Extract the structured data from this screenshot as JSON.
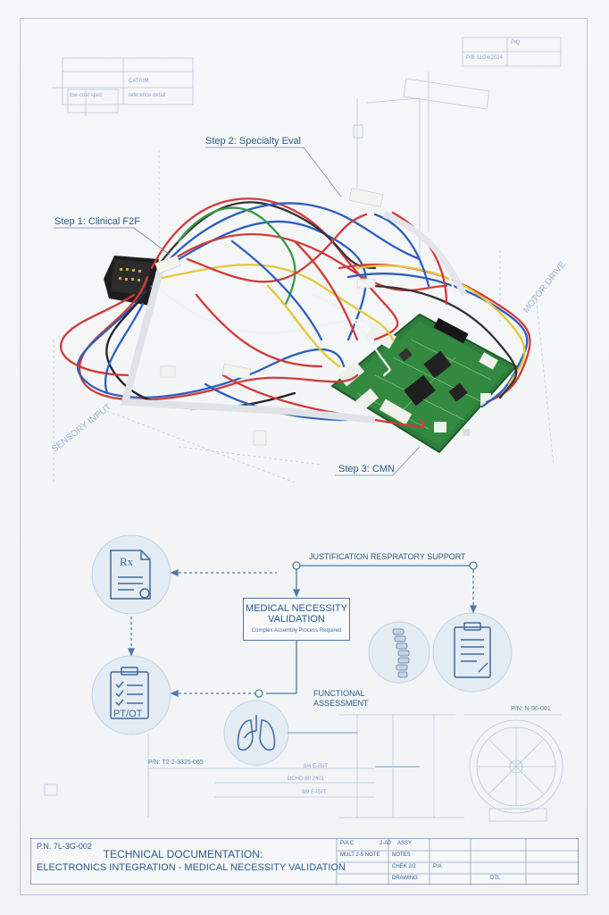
{
  "steps": {
    "step1": "Step 1: Clinical F2F",
    "step2": "Step 2: Specialty Eval",
    "step3": "Step 3: CMN"
  },
  "side_labels": {
    "sensory": "SENSORY INPUT",
    "motor": "MOTOR DRIVE"
  },
  "flow": {
    "justification": "JUSTIFICATION RESPRATORY SUPPORT",
    "validation_title_1": "MEDICAL NECESSITY",
    "validation_title_2": "VALIDATION",
    "validation_sub": "Complex Assembly Process Required",
    "functional_1": "FUNCTIONAL",
    "functional_2": "ASSESSMENT",
    "ptot": "PT/OT",
    "rx": "Rx"
  },
  "part_numbers": {
    "left": "P/N: T2-2-3325-065",
    "right": "P/N: N-90-001",
    "dim1": "8/4 E-ISIT",
    "dim2": "DCHD-80 2401",
    "dim3": "8/9 E-ISIT"
  },
  "topright_block": {
    "r1": "PIQ",
    "r2": "P/B 11/24/2024"
  },
  "title_block": {
    "pn": "P.N. 7L-3G-002",
    "line1": "TECHNICAL DOCUMENTATION:",
    "line2": "ELECTRONICS INTEGRATION - MEDICAL NECESSITY VALIDATION",
    "c1": "P/A C",
    "c2": "2-A0",
    "c3": "ASSY",
    "c4": "MULT 2-5 NOTE",
    "c5": "CHEK 2/2",
    "c6": "DRAWING",
    "c7": "P/A",
    "c8": "NOTES",
    "c9": "DTL"
  }
}
